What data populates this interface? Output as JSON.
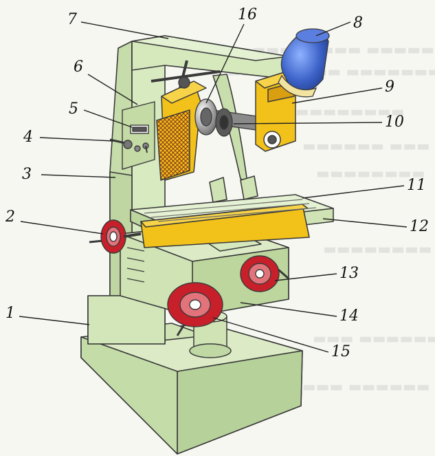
{
  "labels": [
    {
      "id": 1,
      "text": "1"
    },
    {
      "id": 2,
      "text": "2"
    },
    {
      "id": 3,
      "text": "3"
    },
    {
      "id": 4,
      "text": "4"
    },
    {
      "id": 5,
      "text": "5"
    },
    {
      "id": 6,
      "text": "6"
    },
    {
      "id": 7,
      "text": "7"
    },
    {
      "id": 8,
      "text": "8"
    },
    {
      "id": 9,
      "text": "9"
    },
    {
      "id": 10,
      "text": "10"
    },
    {
      "id": 11,
      "text": "11"
    },
    {
      "id": 12,
      "text": "12"
    },
    {
      "id": 13,
      "text": "13"
    },
    {
      "id": 14,
      "text": "14"
    },
    {
      "id": 15,
      "text": "15"
    },
    {
      "id": 16,
      "text": "16"
    }
  ],
  "colors": {
    "frame": "#cfe3b4",
    "frame_dark": "#a9c68d",
    "frame_outline": "#3a3a3a",
    "yellow": "#f2c21a",
    "yellow_dark": "#d99f10",
    "wheel": "#c8202a",
    "motor": "#3d63c9"
  }
}
